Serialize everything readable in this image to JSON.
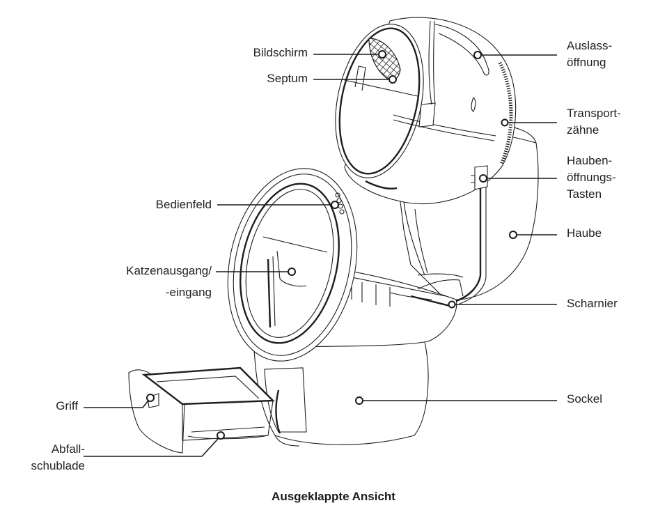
{
  "caption": "Ausgeklappte Ansicht",
  "labels": {
    "bildschirm": "Bildschirm",
    "septum": "Septum",
    "auslass_line1": "Auslass-",
    "auslass_line2": "öffnung",
    "transport_line1": "Transport-",
    "transport_line2": "zähne",
    "hauben_line1": "Hauben-",
    "hauben_line2": "öffnungs-",
    "hauben_line3": "Tasten",
    "bedienfeld": "Bedienfeld",
    "haube": "Haube",
    "katzen_line1": "Katzenausgang/",
    "katzen_line2": "-eingang",
    "scharnier": "Scharnier",
    "sockel": "Sockel",
    "griff": "Griff",
    "abfall_line1": "Abfall-",
    "abfall_line2": "schublade"
  },
  "colors": {
    "line": "#1e1e1e",
    "background": "#ffffff"
  }
}
